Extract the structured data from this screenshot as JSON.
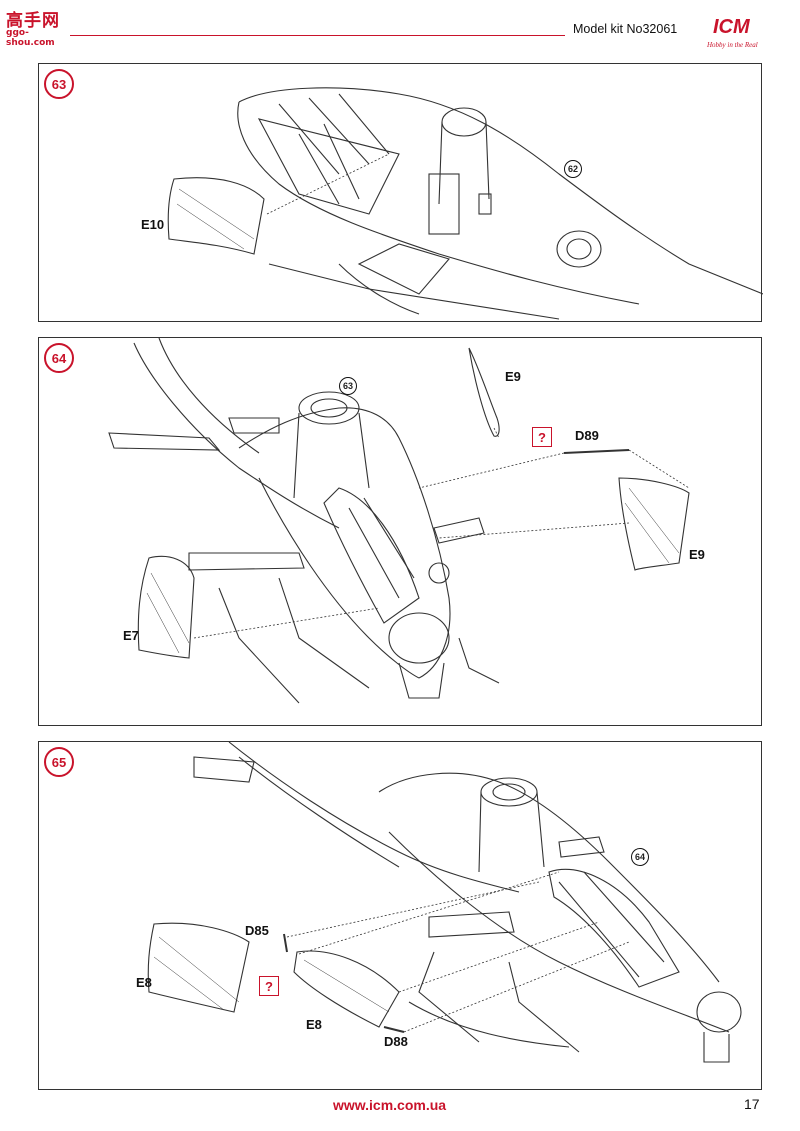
{
  "header": {
    "watermark_cn": "高手网",
    "watermark_url": "ggo-shou.com",
    "kit_label": "Model kit No32061",
    "logo_text": "ICM",
    "logo_tagline": "Hobby in the Real"
  },
  "steps": [
    {
      "number": "63",
      "ref": "62",
      "parts": [
        "E10"
      ]
    },
    {
      "number": "64",
      "ref": "63",
      "parts": [
        "E9",
        "D89",
        "E9",
        "E7"
      ],
      "question": "?"
    },
    {
      "number": "65",
      "ref": "64",
      "parts": [
        "D85",
        "E8",
        "E8",
        "D88"
      ],
      "question": "?"
    }
  ],
  "footer": {
    "url": "www.icm.com.ua",
    "page": "17"
  }
}
